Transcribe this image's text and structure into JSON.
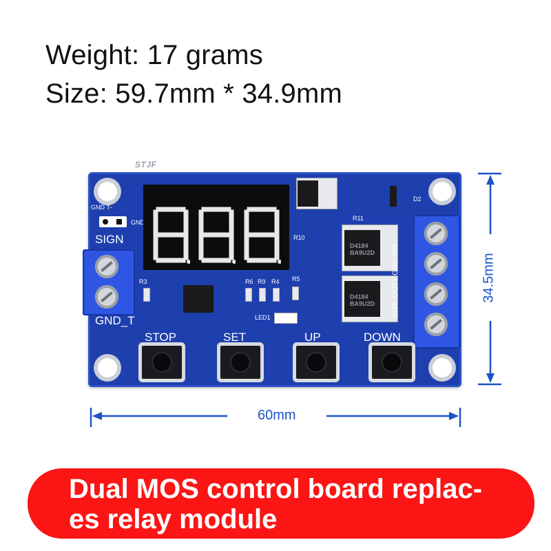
{
  "specs": {
    "weight": "Weight: 17 grams",
    "size": "Size: 59.7mm * 34.9mm"
  },
  "watermark": "STJF",
  "board": {
    "display_digits": [
      "8",
      "8",
      "8"
    ],
    "labels": {
      "gnd_t_top": "GND T-",
      "gnd_right": "GND",
      "sign": "SIGN",
      "gnd_t_bottom": "GND_T",
      "r3": "R3",
      "r6": "R6",
      "r9": "R9",
      "r4": "R4",
      "r5": "R5",
      "r10": "R10",
      "r11": "R11",
      "d2": "D2",
      "led1": "LED1",
      "terminal_right": "OUT- OUT+ GND VIN",
      "mosfet_1": "D4184\nBA9U2D",
      "mosfet_2": "D4184\nBA9U2D"
    },
    "buttons": [
      "STOP",
      "SET",
      "UP",
      "DOWN"
    ]
  },
  "dimensions": {
    "width_label": "60mm",
    "height_label": "34.5mm"
  },
  "banner": {
    "line1": "Dual MOS control board replac-",
    "line2": "es relay module"
  },
  "colors": {
    "pcb": "#1e3fae",
    "dimension": "#1b53c9",
    "banner": "#fb1515",
    "terminal": "#2f56e2"
  }
}
